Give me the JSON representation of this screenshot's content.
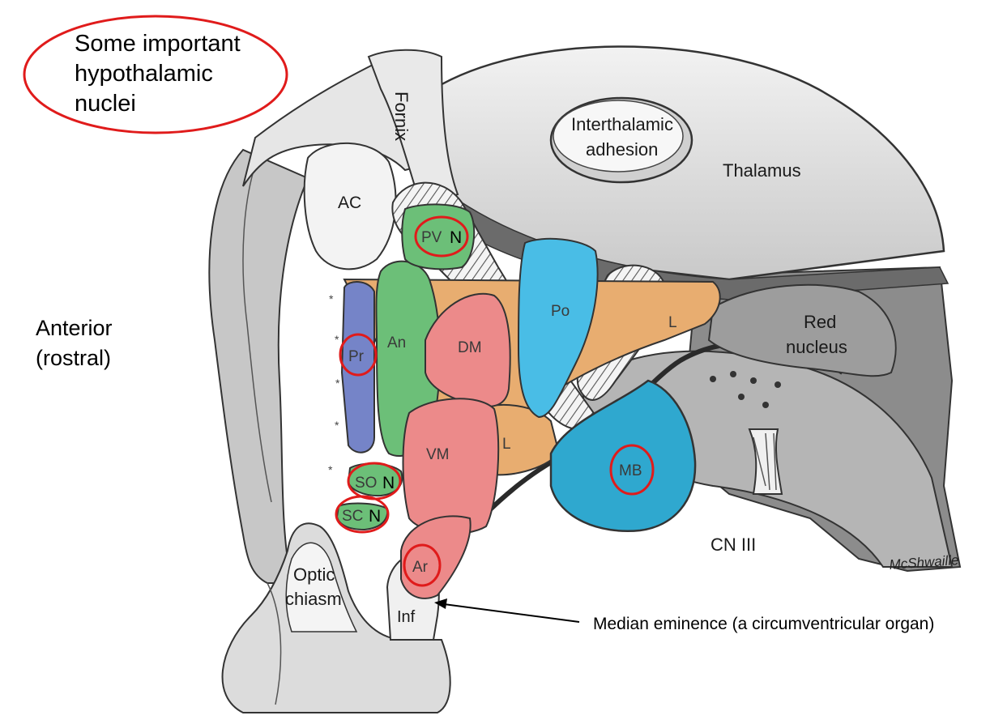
{
  "title": {
    "line1": "Some important",
    "line2": "hypothalamic",
    "line3": "nuclei"
  },
  "orientation": {
    "line1": "Anterior",
    "line2": "(rostral)"
  },
  "structures": {
    "fornix": "Fornix",
    "interthalamic_line1": "Interthalamic",
    "interthalamic_line2": "adhesion",
    "thalamus": "Thalamus",
    "ac": "AC",
    "red_nucleus_line1": "Red",
    "red_nucleus_line2": "nucleus",
    "cn3": "CN III",
    "optic_line1": "Optic",
    "optic_line2": "chiasm",
    "inf": "Inf",
    "signature": "McShwaille"
  },
  "nuclei": {
    "pvn_a": "PV",
    "pvn_b": "N",
    "an": "An",
    "pr": "Pr",
    "dm": "DM",
    "po": "Po",
    "l_upper": "L",
    "l_lower": "L",
    "vm": "VM",
    "son_a": "SO",
    "son_b": "N",
    "scn_a": "SC",
    "scn_b": "N",
    "ar": "Ar",
    "mb": "MB"
  },
  "annotation": {
    "median_eminence": "Median eminence (a circumventricular organ)"
  },
  "colors": {
    "highlight_red": "#e01b1b",
    "green": "#6cbf78",
    "blue_purple": "#7584c8",
    "salmon": "#ec8a8a",
    "sky_blue": "#49bde6",
    "orange": "#e8ad70",
    "teal": "#2fa8cf"
  }
}
